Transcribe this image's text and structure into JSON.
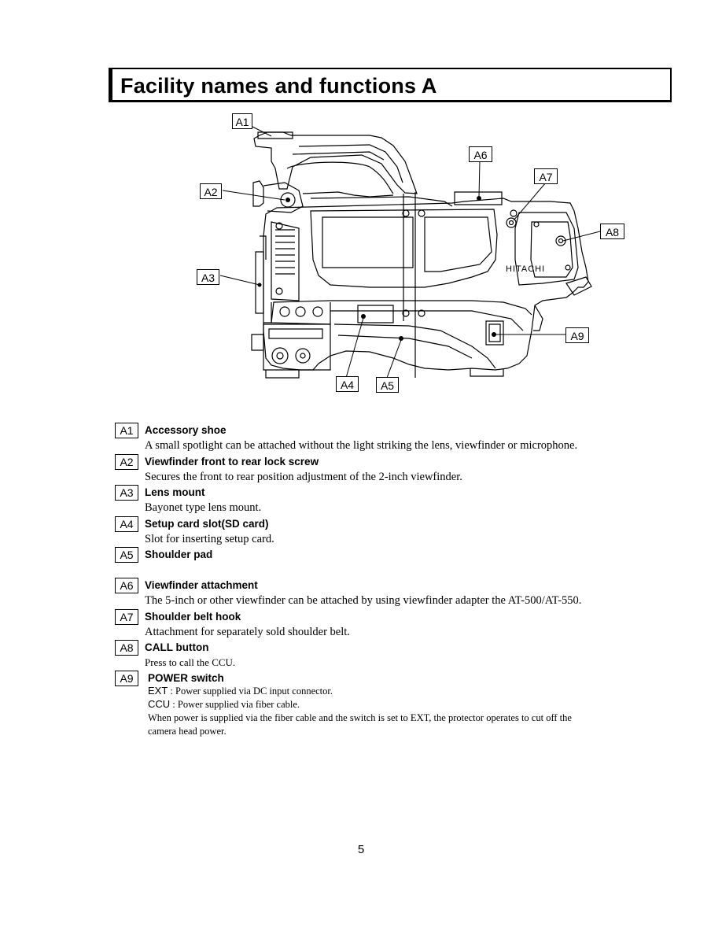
{
  "page": {
    "title": "Facility names and functions A",
    "page_number": "5"
  },
  "figure": {
    "brand_text": "HITACHI",
    "tags": [
      "A1",
      "A2",
      "A3",
      "A4",
      "A5",
      "A6",
      "A7",
      "A8",
      "A9"
    ]
  },
  "items": [
    {
      "tag": "A1",
      "name": "Accessory shoe",
      "desc": "A small spotlight can be attached without the light striking the lens, viewfinder or microphone."
    },
    {
      "tag": "A2",
      "name": "Viewfinder front to rear lock screw",
      "desc": "Secures the front to rear position adjustment of the 2-inch viewfinder."
    },
    {
      "tag": "A3",
      "name": "Lens mount",
      "desc": "Bayonet type lens mount."
    },
    {
      "tag": "A4",
      "name": "Setup card slot(SD card)",
      "desc": "Slot for inserting setup card."
    },
    {
      "tag": "A5",
      "name": "Shoulder pad",
      "desc": ""
    },
    {
      "tag": "A6",
      "name": "Viewfinder attachment",
      "desc": "The 5-inch or other viewfinder can be attached by using viewfinder adapter the AT-500/AT-550."
    },
    {
      "tag": "A7",
      "name": "Shoulder belt hook",
      "desc": "Attachment for separately sold shoulder belt."
    },
    {
      "tag": "A8",
      "name": "CALL button",
      "desc": "Press to call the CCU."
    },
    {
      "tag": "A9",
      "name": "POWER switch",
      "desc": ""
    }
  ],
  "power_switch": {
    "ext_key": "EXT",
    "ext_text": " : Power supplied via DC input connector.",
    "ccu_key": "CCU",
    "ccu_text": " : Power supplied via fiber cable.",
    "note_line1": "When power is supplied via the fiber cable and the switch is set to EXT, the protector operates to cut off the",
    "note_line2": "camera head power."
  }
}
